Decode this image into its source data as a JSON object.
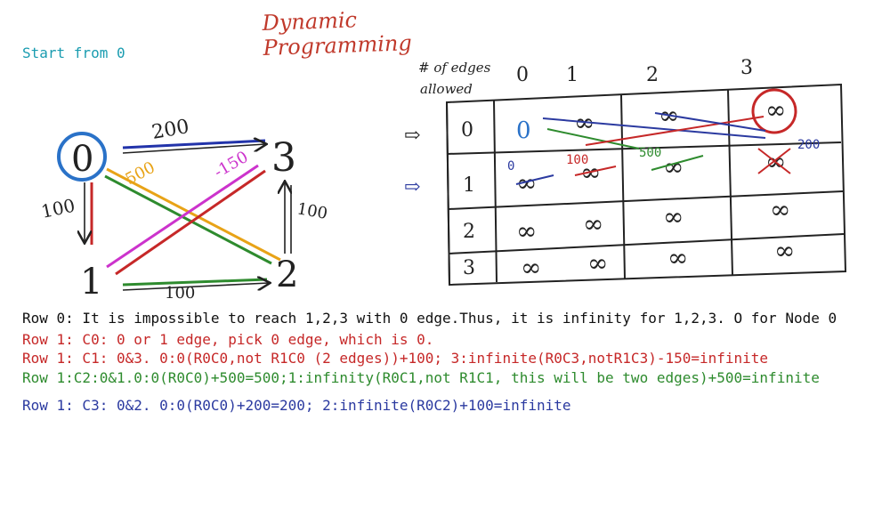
{
  "title": "Dynamic Programming",
  "start_label": "Start from 0",
  "graph": {
    "nodes": [
      "0",
      "1",
      "2",
      "3"
    ],
    "edges": [
      {
        "from": "0",
        "to": "3",
        "weight": "200",
        "color": "#2233aa"
      },
      {
        "from": "0",
        "to": "1",
        "weight": "100",
        "color": "#c62828"
      },
      {
        "from": "0",
        "to": "2",
        "weight": "500",
        "color": "#e8a317"
      },
      {
        "from": "3",
        "to": "1",
        "weight": "-150",
        "color": "#cc33cc"
      },
      {
        "from": "2",
        "to": "3",
        "weight": "100",
        "color": "#333333"
      },
      {
        "from": "1",
        "to": "2",
        "weight": "100",
        "color": "#2e8b2e"
      }
    ]
  },
  "table": {
    "corner_label_1": "# of edges",
    "corner_label_2": "allowed",
    "col_headers": [
      "0",
      "1",
      "2",
      "3"
    ],
    "row_headers": [
      "0",
      "1",
      "2",
      "3"
    ],
    "cells": [
      [
        "0",
        "∞",
        "∞",
        "∞"
      ],
      [
        "∞",
        "∞",
        "∞",
        "∞"
      ],
      [
        "∞",
        "∞",
        "∞",
        "∞"
      ],
      [
        "∞",
        "∞",
        "∞",
        "∞"
      ]
    ],
    "annotations": {
      "r1c0": "0",
      "r1c1": "100",
      "r1c2": "500",
      "r1c3": "200"
    }
  },
  "lines": [
    {
      "text": "Row 0: It is impossible to reach 1,2,3 with 0 edge.Thus, it is infinity for 1,2,3. O for Node 0",
      "color": "#111111"
    },
    {
      "text": "Row 1: C0: 0 or 1 edge, pick 0 edge, which is 0.",
      "color": "#c62828"
    },
    {
      "text": "Row 1: C1: 0&3. 0:0(R0C0,not R1C0 (2 edges))+100; 3:infinite(R0C3,notR1C3)-150=infinite",
      "color": "#c62828"
    },
    {
      "text": "Row 1:C2:0&1.0:0(R0C0)+500=500;1:infinity(R0C1,not R1C1, this will be two edges)+500=infinite",
      "color": "#2e8b2e"
    },
    {
      "text": "Row 1: C3: 0&2. 0:0(R0C0)+200=200; 2:infinite(R0C2)+100=infinite",
      "color": "#2b3aa0"
    }
  ]
}
